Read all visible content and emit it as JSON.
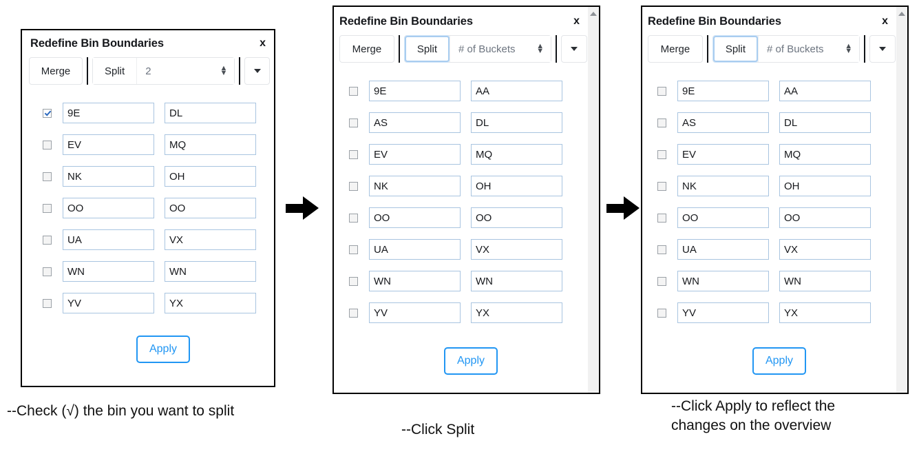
{
  "panels": [
    {
      "title": "Redefine Bin Boundaries",
      "close_label": "x",
      "toolbar": {
        "merge_label": "Merge",
        "split_label": "Split",
        "select_value": "2",
        "caret_label": "dropdown-caret",
        "split_focused": false
      },
      "rows": [
        {
          "left": "9E",
          "right": "DL",
          "checked": true
        },
        {
          "left": "EV",
          "right": "MQ",
          "checked": false
        },
        {
          "left": "NK",
          "right": "OH",
          "checked": false
        },
        {
          "left": "OO",
          "right": "OO",
          "checked": false
        },
        {
          "left": "UA",
          "right": "VX",
          "checked": false
        },
        {
          "left": "WN",
          "right": "WN",
          "checked": false
        },
        {
          "left": "YV",
          "right": "YX",
          "checked": false
        }
      ],
      "apply_label": "Apply",
      "has_scrollbar": false
    },
    {
      "title": "Redefine Bin Boundaries",
      "close_label": "x",
      "toolbar": {
        "merge_label": "Merge",
        "split_label": "Split",
        "select_value": "# of Buckets",
        "caret_label": "dropdown-caret",
        "split_focused": true
      },
      "rows": [
        {
          "left": "9E",
          "right": "AA",
          "checked": false
        },
        {
          "left": "AS",
          "right": "DL",
          "checked": false
        },
        {
          "left": "EV",
          "right": "MQ",
          "checked": false
        },
        {
          "left": "NK",
          "right": "OH",
          "checked": false
        },
        {
          "left": "OO",
          "right": "OO",
          "checked": false
        },
        {
          "left": "UA",
          "right": "VX",
          "checked": false
        },
        {
          "left": "WN",
          "right": "WN",
          "checked": false
        },
        {
          "left": "YV",
          "right": "YX",
          "checked": false
        }
      ],
      "apply_label": "Apply",
      "has_scrollbar": true
    },
    {
      "title": "Redefine Bin Boundaries",
      "close_label": "x",
      "toolbar": {
        "merge_label": "Merge",
        "split_label": "Split",
        "select_value": "# of Buckets",
        "caret_label": "dropdown-caret",
        "split_focused": true
      },
      "rows": [
        {
          "left": "9E",
          "right": "AA",
          "checked": false
        },
        {
          "left": "AS",
          "right": "DL",
          "checked": false
        },
        {
          "left": "EV",
          "right": "MQ",
          "checked": false
        },
        {
          "left": "NK",
          "right": "OH",
          "checked": false
        },
        {
          "left": "OO",
          "right": "OO",
          "checked": false
        },
        {
          "left": "UA",
          "right": "VX",
          "checked": false
        },
        {
          "left": "WN",
          "right": "WN",
          "checked": false
        },
        {
          "left": "YV",
          "right": "YX",
          "checked": false
        }
      ],
      "apply_label": "Apply",
      "has_scrollbar": true
    }
  ],
  "captions": [
    "--Check (√) the bin you want to split",
    "--Click Split",
    "--Click Apply to reflect the\nchanges on the overview"
  ],
  "colors": {
    "accent_blue": "#2196f3",
    "field_border": "#a8c4e0",
    "focus_ring": "#a9cdf0",
    "panel_border": "#000000",
    "scrollbar_track": "#f1f1f1"
  }
}
